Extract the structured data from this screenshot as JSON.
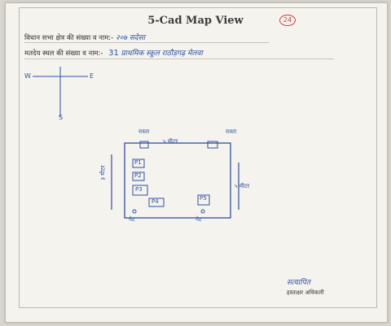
{
  "header": {
    "title": "5-Cad Map View",
    "badge": "24"
  },
  "fields": {
    "line1_label": "विधान सभा क्षेत्र की संख्या व नाम:-",
    "line1_value": "२०७ सदेसा",
    "line2_label": "मतदेय स्थल की संख्या व नाम:-",
    "line2_number": "31",
    "line2_value": "प्राथमिक स्कूल राठौड़गढ़ मेलवा"
  },
  "compass": {
    "west": "W",
    "east": "E",
    "south": "S"
  },
  "map": {
    "top_left_label": "रास्ता",
    "top_right_label": "रास्ता",
    "top_middle_label": "५ मीटर",
    "left_label": "३ मीटर",
    "right_label": "५ मीटर",
    "box_labels": [
      "P1",
      "P2",
      "P3",
      "P4",
      "P5"
    ],
    "bottom_left_label": "गेट",
    "bottom_right_label": "गेट"
  },
  "footer": {
    "signature": "सत्यापित",
    "signatory_title": "हस्ताक्षर अधिकारी"
  }
}
